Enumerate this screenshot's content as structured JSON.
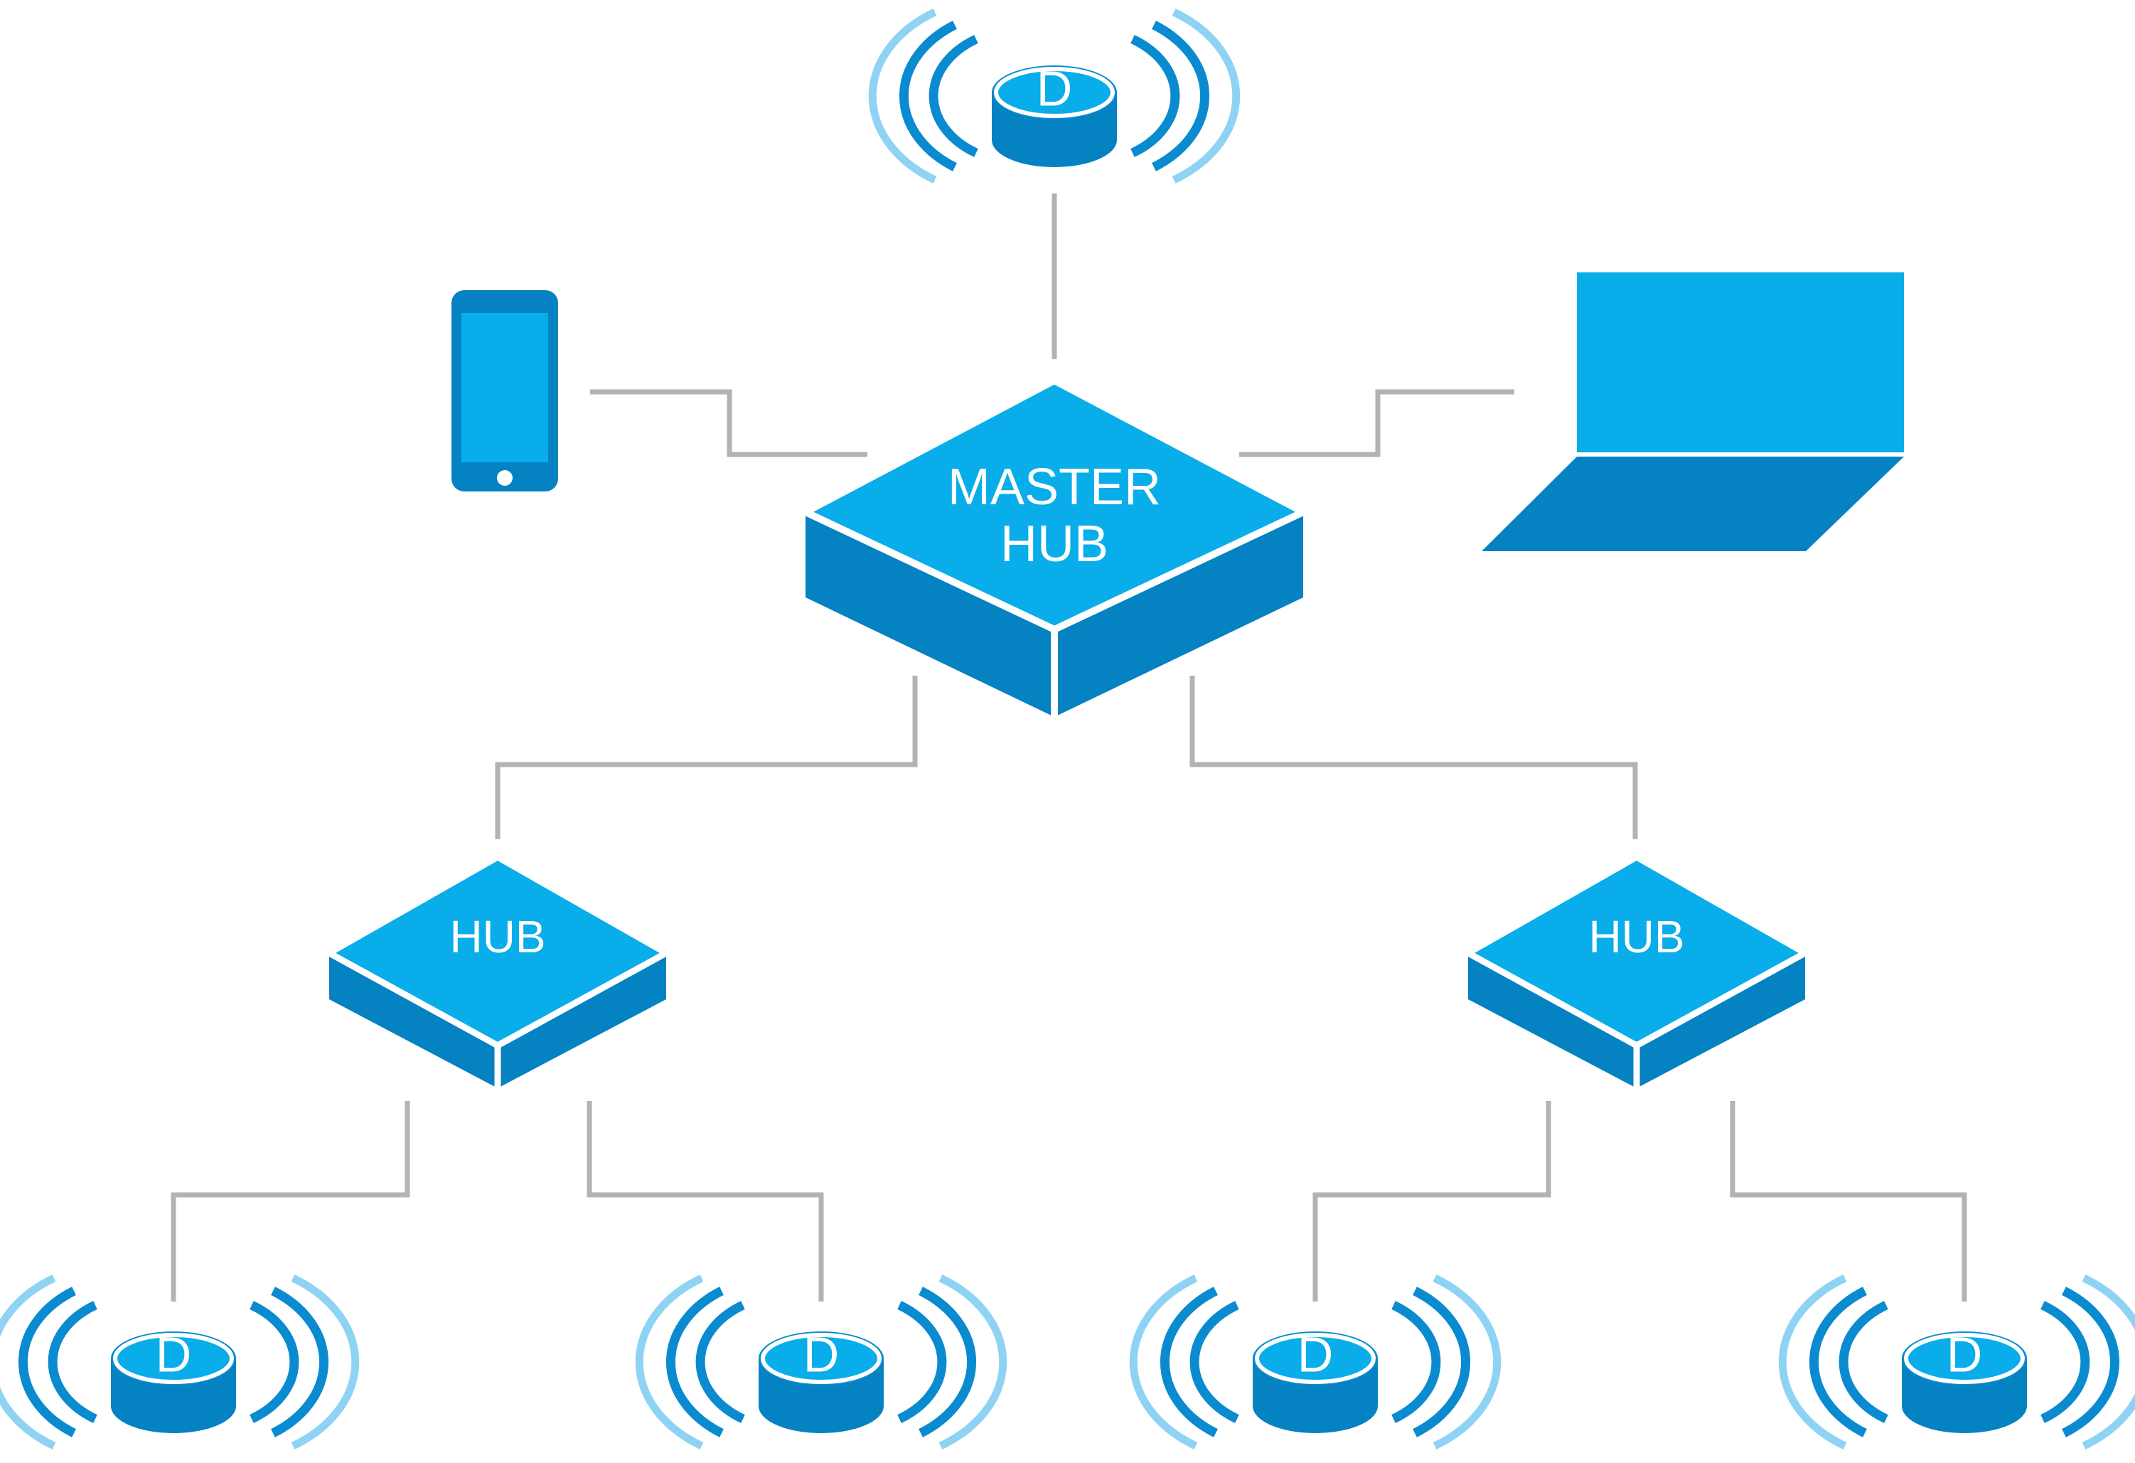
{
  "master_hub": {
    "label_line1": "MASTER",
    "label_line2": "HUB"
  },
  "hubs": [
    {
      "label": "HUB"
    },
    {
      "label": "HUB"
    }
  ],
  "devices": [
    {
      "label": "D"
    },
    {
      "label": "D"
    },
    {
      "label": "D"
    },
    {
      "label": "D"
    },
    {
      "label": "D"
    }
  ],
  "colors": {
    "top_face": "#08ADEA",
    "side_face": "#0582C2",
    "connector": "#B3B3B3",
    "signal_dark": "#0A8BD0",
    "signal_light": "#8ED3F3"
  },
  "icons": [
    "smartphone-icon",
    "laptop-icon",
    "device-sensor-icon",
    "wireless-signal-icon"
  ]
}
